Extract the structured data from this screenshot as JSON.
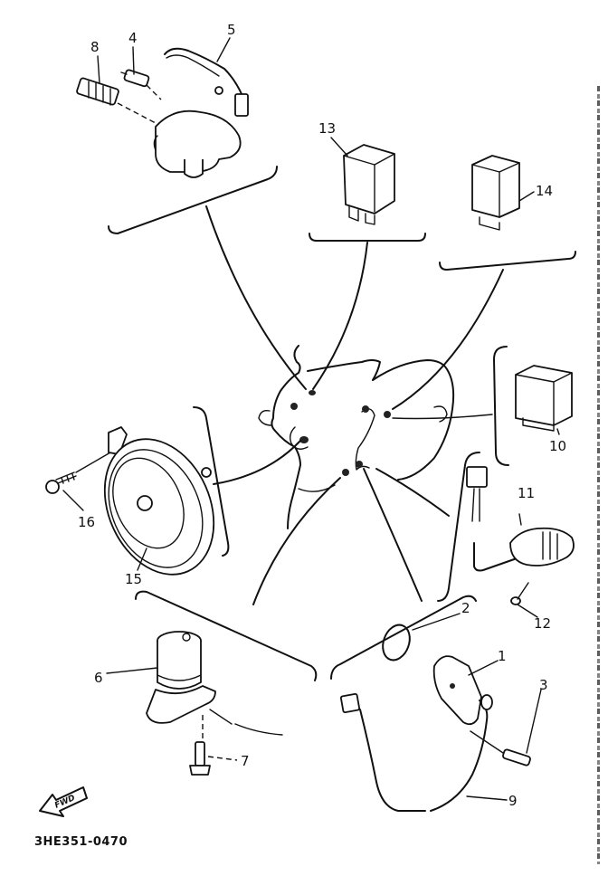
{
  "diagram": {
    "title_code": "3HE351-0470",
    "fwd_arrow_label": "FWD",
    "part_labels": {
      "p1": "1",
      "p2": "2",
      "p3": "3",
      "p4": "4",
      "p5": "5",
      "p6": "6",
      "p7": "7",
      "p8": "8",
      "p9": "9",
      "p10": "10",
      "p11": "11",
      "p12": "12",
      "p13": "13",
      "p14": "14",
      "p15": "15",
      "p16": "16"
    },
    "parts": [
      {
        "id": "1",
        "semantic": "sensor-plate"
      },
      {
        "id": "2",
        "semantic": "o-ring"
      },
      {
        "id": "3",
        "semantic": "screw"
      },
      {
        "id": "4",
        "semantic": "switch-sensor"
      },
      {
        "id": "5",
        "semantic": "wire-harness-lead"
      },
      {
        "id": "6",
        "semantic": "solenoid-unit"
      },
      {
        "id": "7",
        "semantic": "bolt"
      },
      {
        "id": "8",
        "semantic": "sender-switch"
      },
      {
        "id": "9",
        "semantic": "lead-wire"
      },
      {
        "id": "10",
        "semantic": "relay"
      },
      {
        "id": "11",
        "semantic": "switch-assembly"
      },
      {
        "id": "12",
        "semantic": "screw"
      },
      {
        "id": "13",
        "semantic": "relay"
      },
      {
        "id": "14",
        "semantic": "relay"
      },
      {
        "id": "15",
        "semantic": "horn"
      },
      {
        "id": "16",
        "semantic": "bolt"
      }
    ]
  }
}
